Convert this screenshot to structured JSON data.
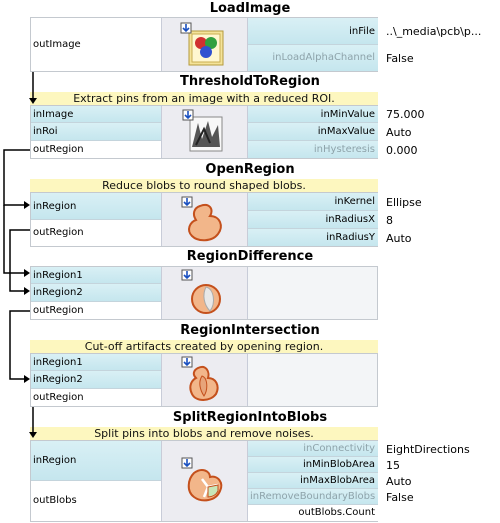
{
  "nodes": [
    {
      "title": "LoadImage",
      "comment": "",
      "inputs": [],
      "outputs": [
        "outImage"
      ],
      "params": [
        {
          "name": "inFile",
          "value": "..\\_media\\pcb\\p...",
          "dim": false
        },
        {
          "name": "inLoadAlphaChannel",
          "value": "False",
          "dim": true
        }
      ],
      "icon": "load-image-icon"
    },
    {
      "title": "ThresholdToRegion",
      "comment": "Extract pins from an image with a reduced ROI.",
      "inputs": [
        "inImage",
        "inRoi"
      ],
      "outputs": [
        "outRegion"
      ],
      "params": [
        {
          "name": "inMinValue",
          "value": "75.000",
          "dim": false
        },
        {
          "name": "inMaxValue",
          "value": "Auto",
          "dim": false
        },
        {
          "name": "inHysteresis",
          "value": "0.000",
          "dim": true
        }
      ],
      "icon": "threshold-icon"
    },
    {
      "title": "OpenRegion",
      "comment": "Reduce blobs to round shaped blobs.",
      "inputs": [
        "inRegion"
      ],
      "outputs": [
        "outRegion"
      ],
      "params": [
        {
          "name": "inKernel",
          "value": "Ellipse",
          "dim": false
        },
        {
          "name": "inRadiusX",
          "value": "8",
          "dim": false
        },
        {
          "name": "inRadiusY",
          "value": "Auto",
          "dim": false
        }
      ],
      "icon": "open-region-icon"
    },
    {
      "title": "RegionDifference",
      "comment": "",
      "inputs": [
        "inRegion1",
        "inRegion2"
      ],
      "outputs": [
        "outRegion"
      ],
      "params": [],
      "icon": "region-difference-icon"
    },
    {
      "title": "RegionIntersection",
      "comment": "Cut-off artifacts created by opening region.",
      "inputs": [
        "inRegion1",
        "inRegion2"
      ],
      "outputs": [
        "outRegion"
      ],
      "params": [],
      "icon": "region-intersection-icon"
    },
    {
      "title": "SplitRegionIntoBlobs",
      "comment": "Split pins into blobs and remove noises.",
      "inputs": [
        "inRegion"
      ],
      "outputs": [
        "outBlobs"
      ],
      "params": [
        {
          "name": "inConnectivity",
          "value": "EightDirections",
          "dim": true
        },
        {
          "name": "inMinBlobArea",
          "value": "15",
          "dim": false
        },
        {
          "name": "inMaxBlobArea",
          "value": "Auto",
          "dim": false
        },
        {
          "name": "inRemoveBoundaryBlobs",
          "value": "False",
          "dim": true
        }
      ],
      "extraOutputs": [
        "outBlobs.Count"
      ],
      "icon": "split-blobs-icon"
    }
  ]
}
